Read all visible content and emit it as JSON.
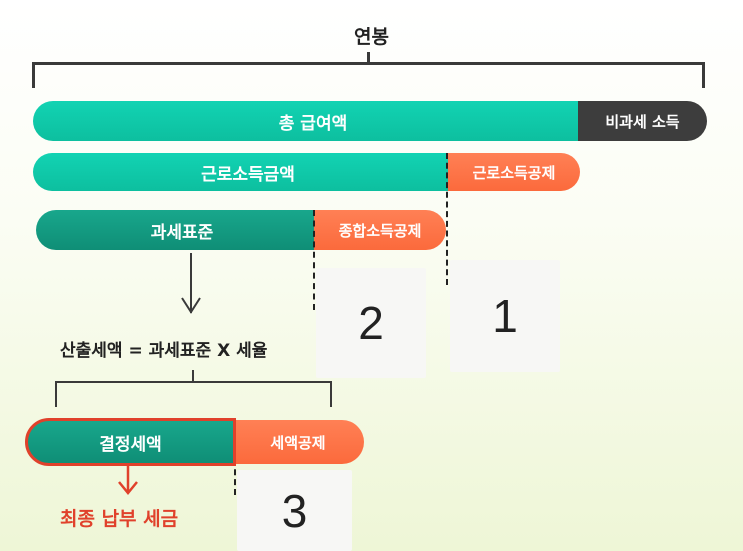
{
  "diagram": {
    "title": "연봉",
    "row1": {
      "left": "총 급여액",
      "right": "비과세 소득"
    },
    "row2": {
      "left": "근로소득금액",
      "right": "근로소득공제"
    },
    "row3": {
      "left": "과세표준",
      "right": "종합소득공제"
    },
    "formula": "산출세액 = 과세표준 X 세율",
    "row4": {
      "left": "결정세액",
      "right": "세액공제"
    },
    "final": "최종 납부 세금",
    "cards": [
      "2",
      "1",
      "3"
    ]
  },
  "colors": {
    "teal": "#0dbf9f",
    "teal_dark": "#0f8e76",
    "orange": "#fb6a3c",
    "dark": "#3d3d3d",
    "red": "#e0412b"
  }
}
